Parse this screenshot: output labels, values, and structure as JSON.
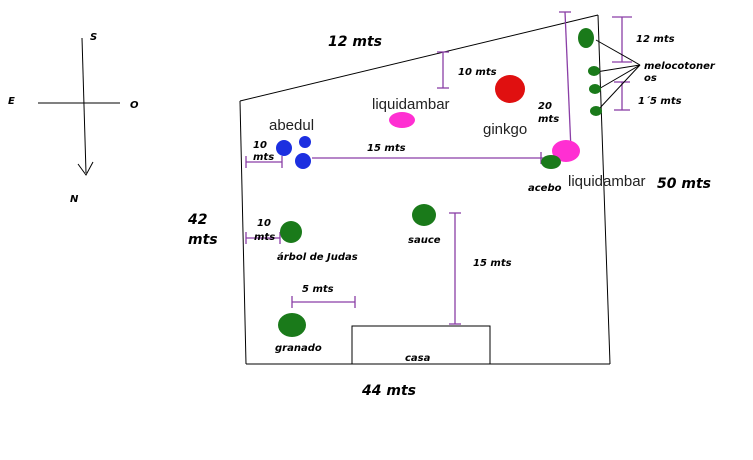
{
  "compass": {
    "south": "S",
    "north": "N",
    "east": "E",
    "west": "O"
  },
  "dimensions": {
    "top": "12 mts",
    "left_line1": "42",
    "left_line2": "mts",
    "right": "50 mts",
    "bottom": "44 mts",
    "ginkgo_to_top": "10 mts",
    "liquidambar_to_right": "20",
    "liquidambar_to_right_unit": "mts",
    "abedul_row": "15 mts",
    "abedul_to_left_1": "10",
    "abedul_to_left_2": "mts",
    "judas_to_left_1": "10",
    "judas_to_left_2": "mts",
    "sauce_to_casa": "15 mts",
    "granado_offset": "5 mts",
    "melocotoneros_to_top": "12 mts",
    "melocotoneros_spacing": "1´5 mts"
  },
  "plants": {
    "liquidambar_top": "liquidambar",
    "liquidambar_right": "liquidambar",
    "abedul": "abedul",
    "ginkgo": "ginkgo",
    "acebo": "acebo",
    "sauce": "sauce",
    "arbol_judas": "árbol de Judas",
    "granado": "granado",
    "melocotoneros_line1": "melocotoner",
    "melocotoneros_line2": "os"
  },
  "building": {
    "casa": "casa"
  },
  "colors": {
    "green": "#1a7a1a",
    "blue": "#1c2fe0",
    "red": "#e01010",
    "magenta": "#ff2fd2",
    "dimension": "#8a3ea6"
  }
}
